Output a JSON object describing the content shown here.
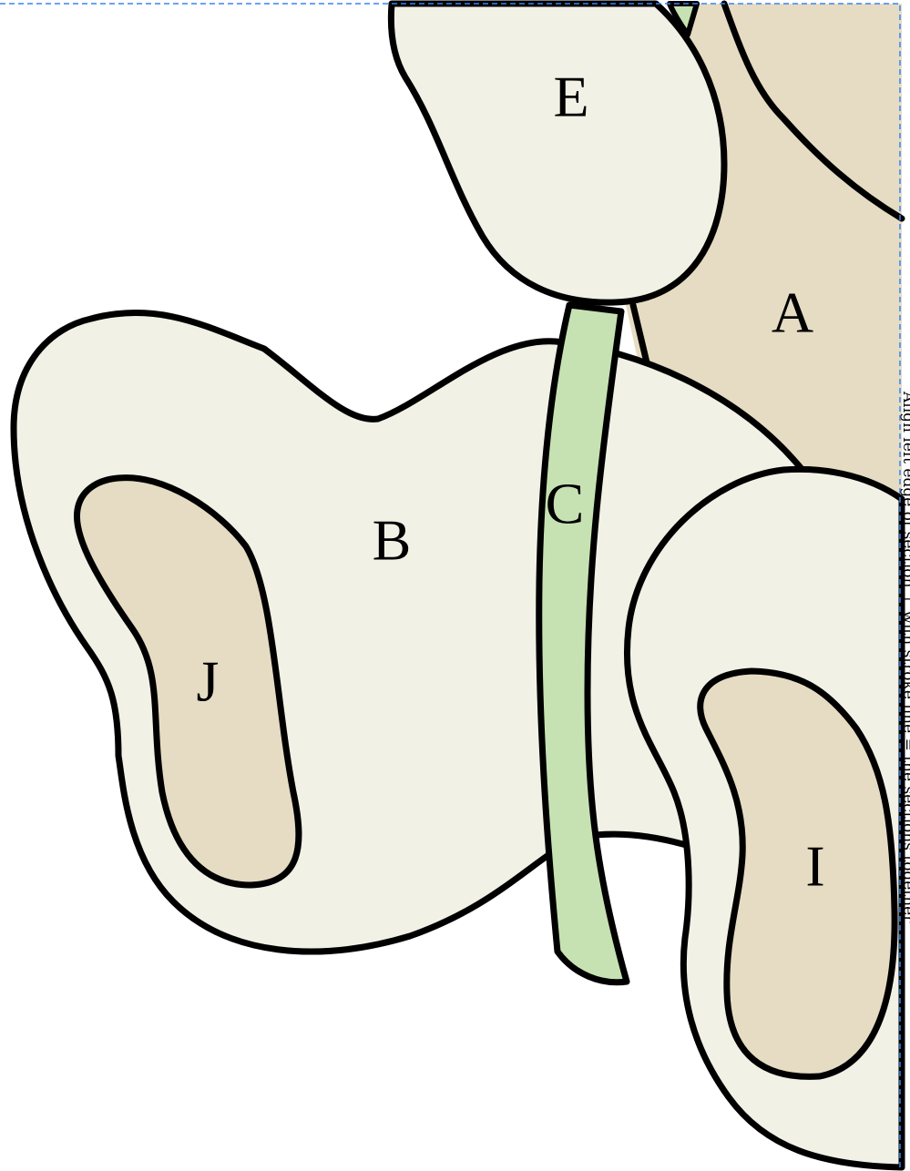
{
  "colors": {
    "background": "#ffffff",
    "cream": "#f1f1e6",
    "tan": "#e5dcc3",
    "green": "#c7e2b2",
    "outline": "#000000",
    "frame": "#3b82f6"
  },
  "labels": {
    "A": "A",
    "B": "B",
    "C": "C",
    "E": "E",
    "I": "I",
    "J": "J"
  },
  "edge_note": "Align left edge of section ↑ with stroke line = the sections together"
}
